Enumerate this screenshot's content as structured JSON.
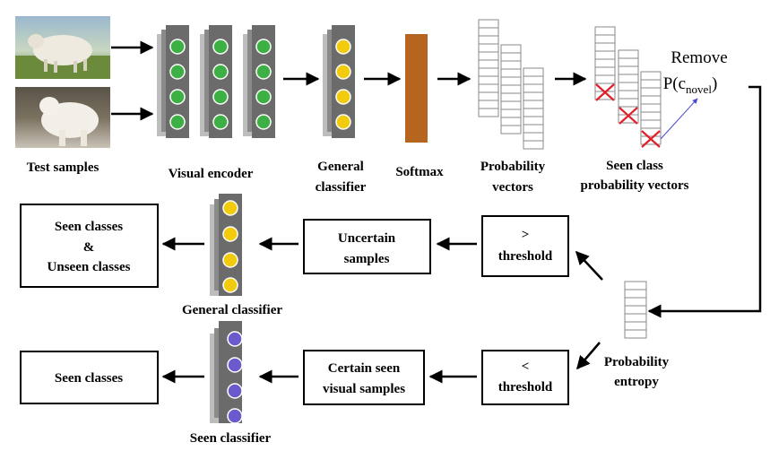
{
  "labels": {
    "test_samples": "Test samples",
    "visual_encoder": "Visual encoder",
    "general_classifier_top_1": "General",
    "general_classifier_top_2": "classifier",
    "softmax": "Softmax",
    "probability_vectors_1": "Probability",
    "probability_vectors_2": "vectors",
    "seen_class_prob_1": "Seen class",
    "seen_class_prob_2": "probability vectors",
    "remove_1": "Remove",
    "remove_2_prefix": "P(c",
    "remove_2_sub": "novel",
    "remove_2_suffix": ")",
    "general_classifier_mid": "General classifier",
    "seen_classifier": "Seen classifier",
    "probability_entropy_1": "Probability",
    "probability_entropy_2": "entropy"
  },
  "boxes": {
    "seen_unseen_1": "Seen classes",
    "seen_unseen_2": "&",
    "seen_unseen_3": "Unseen classes",
    "uncertain_1": "Uncertain",
    "uncertain_2": "samples",
    "gt_threshold_1": ">",
    "gt_threshold_2": "threshold",
    "seen_classes": "Seen classes",
    "certain_1": "Certain seen",
    "certain_2": "visual samples",
    "lt_threshold_1": "<",
    "lt_threshold_2": "threshold"
  },
  "colors": {
    "encoder_node": "#3cb043",
    "general_node": "#f2cc0c",
    "seen_node": "#6a5acd",
    "softmax_bar": "#b5651d",
    "layer_gray": "#6b6b6b",
    "cross": "#e0202a"
  }
}
